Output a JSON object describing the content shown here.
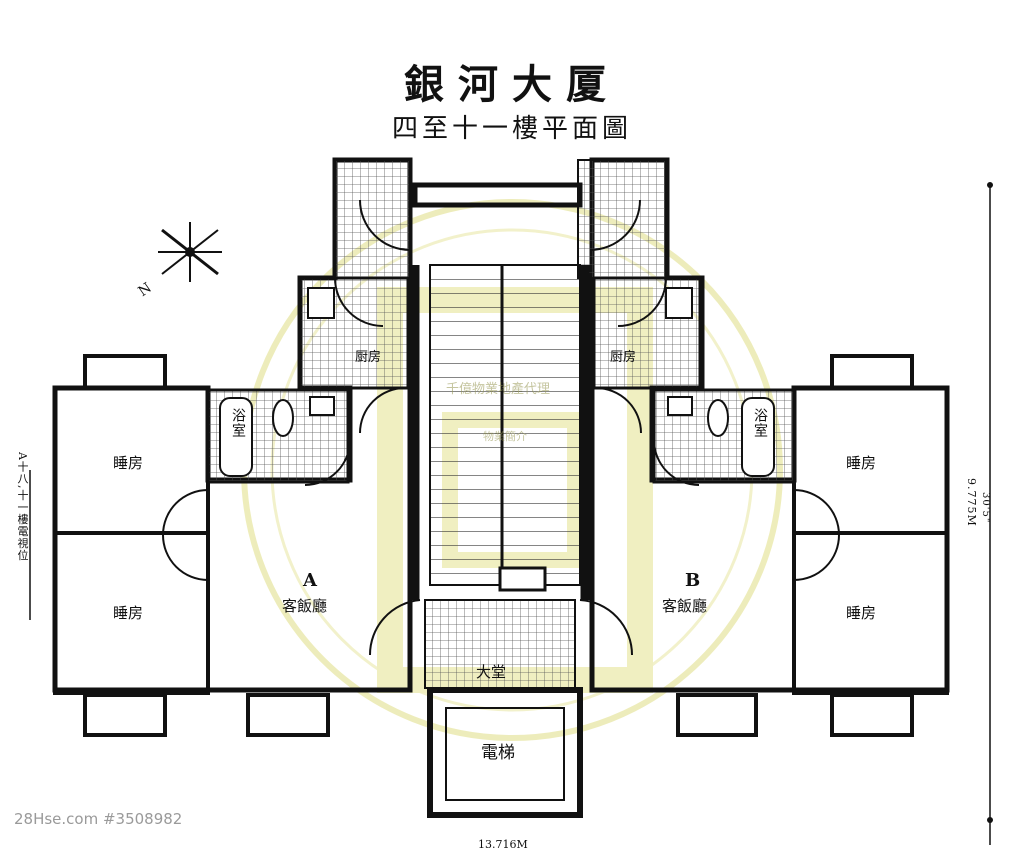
{
  "header": {
    "title": "銀河大厦",
    "subtitle": "四至十一樓平面圖"
  },
  "rooms": {
    "bedroom": "睡房",
    "bathroom": "浴室",
    "kitchen": "厨房",
    "living_dining": "客飯廳",
    "lobby": "大堂",
    "lift": "電梯"
  },
  "units": {
    "a": "A",
    "b": "B"
  },
  "dimensions": {
    "height": "9.775M",
    "height_ft": "30'5\"",
    "width": "13.716M"
  },
  "annotations": {
    "left_note": "A十八,十一樓電視位"
  },
  "compass": {
    "label": "N"
  },
  "watermark": {
    "agency": "千億物業地產代理",
    "secondary": "物業簡介"
  },
  "source": "28Hse.com #3508982",
  "colors": {
    "wall": "#111111",
    "hatch": "#444444",
    "watermark": "#e8e6a0",
    "background": "#ffffff"
  }
}
